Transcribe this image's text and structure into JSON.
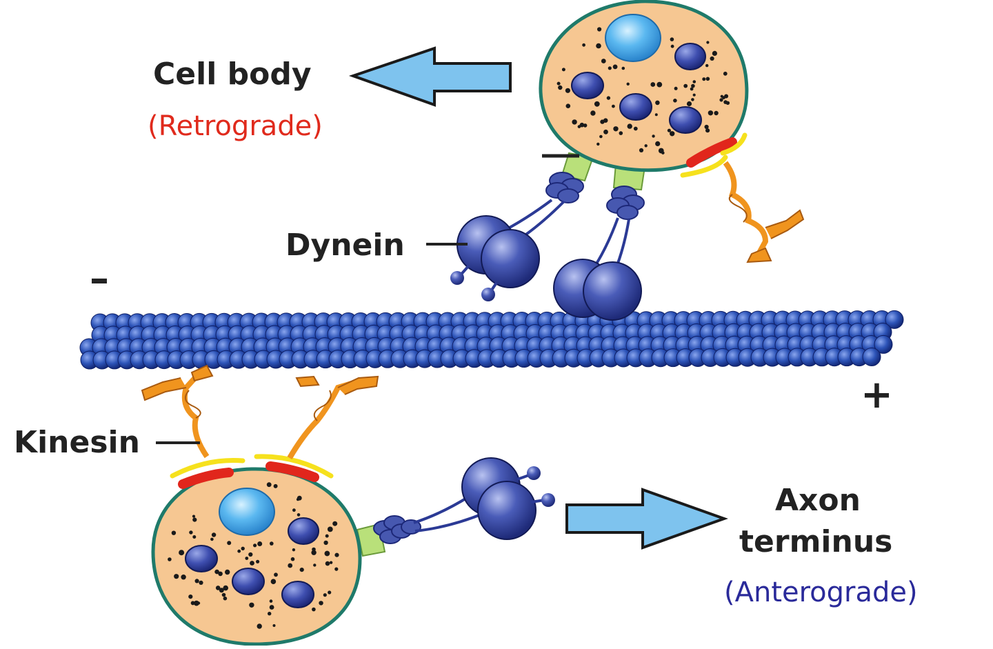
{
  "labels": {
    "cell_body": "Cell body",
    "retrograde": "(Retrograde)",
    "dynein": "Dynein",
    "kinesin": "Kinesin",
    "axon": "Axon",
    "terminus": "terminus",
    "anterograde": "(Anterograde)",
    "minus_left": "–",
    "minus_cargo": "–",
    "plus_right": "+"
  },
  "colors": {
    "retrograde_text": "#e02a1c",
    "anterograde_text": "#2a2a9a",
    "arrow_fill": "#7ec3ee",
    "arrow_stroke": "#1a1a1a",
    "cargo_fill": "#f6c792",
    "cargo_stroke": "#1f7a6a",
    "vesicle_fill": "#3f4fb0",
    "nucleus_fill": "#5bb8f0",
    "microtubule_fill": "#2d54b8",
    "kinesin_fill": "#f0941e",
    "kinesin_yellow": "#f6e11d",
    "kinesin_red": "#e1261c",
    "dynein_fill": "#3a4fa6",
    "adapter_green": "#b9e07a"
  }
}
